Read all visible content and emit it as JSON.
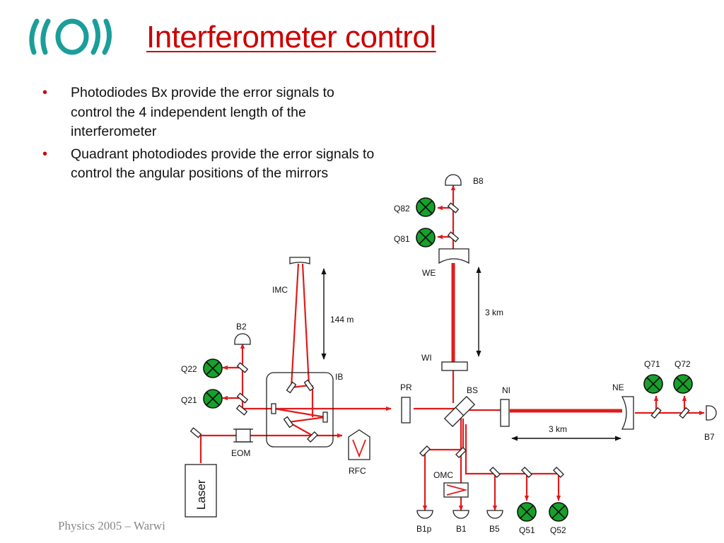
{
  "slide": {
    "title": "Interferometer control",
    "bullets": [
      "Photodiodes Bx provide the error signals to control the 4 independent length of the interferometer",
      "Quadrant photodiodes provide the error signals to control the angular positions of the mirrors"
    ],
    "footer": "Physics 2005 – Warwi"
  },
  "diagram": {
    "colors": {
      "beam": "#e11b1b",
      "quadrant": "#15a12a",
      "logo": "#1b9e9a",
      "title": "#cc0000"
    },
    "labels": {
      "b8": "B8",
      "q82": "Q82",
      "q81": "Q81",
      "we": "WE",
      "arm_west": "3 km",
      "wi": "WI",
      "imc": "IMC",
      "imc_length": "144 m",
      "ib": "IB",
      "b2": "B2",
      "q22": "Q22",
      "q21": "Q21",
      "eom": "EOM",
      "laser": "Laser",
      "rfc": "RFC",
      "pr": "PR",
      "bs": "BS",
      "ni": "NI",
      "ne": "NE",
      "arm_north": "3 km",
      "q71": "Q71",
      "q72": "Q72",
      "b7": "B7",
      "omc": "OMC",
      "b1p": "B1p",
      "b1": "B1",
      "b5": "B5",
      "q51": "Q51",
      "q52": "Q52"
    }
  }
}
